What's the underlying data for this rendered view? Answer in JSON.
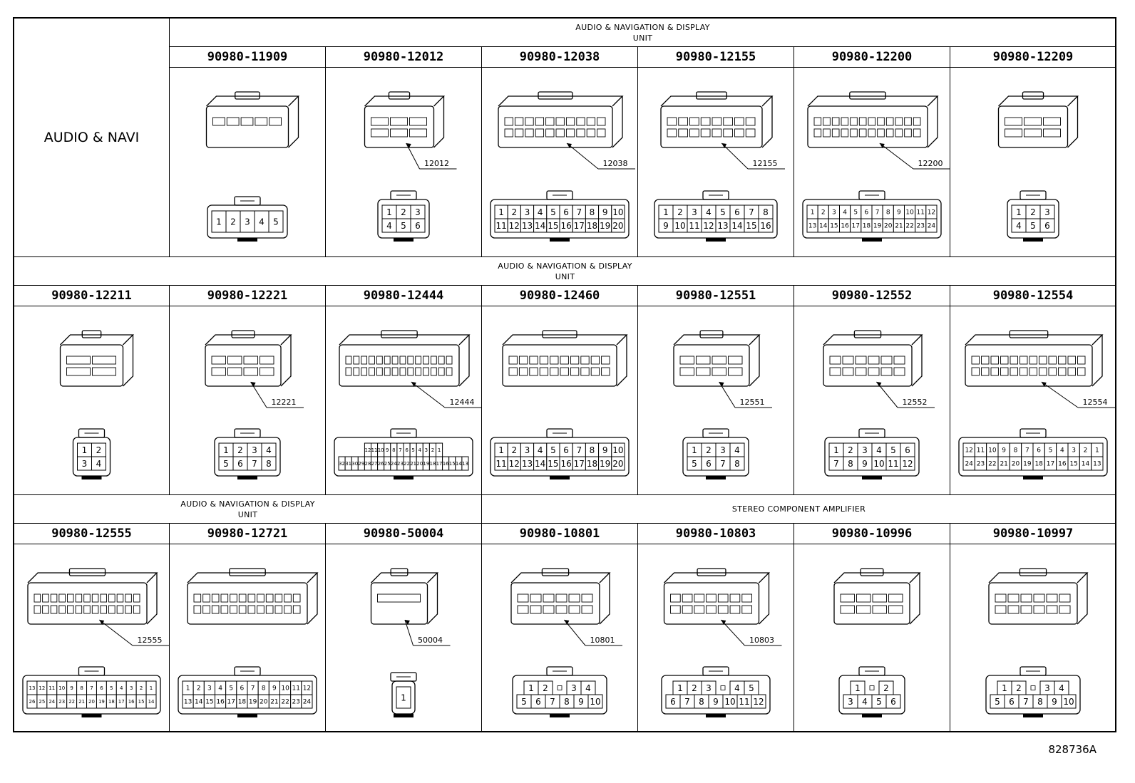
{
  "side_label": "AUDIO & NAVI",
  "reference": "828736A",
  "rows": [
    {
      "groups": [
        {
          "lines": [
            "AUDIO & NAVIGATION & DISPLAY",
            "UNIT"
          ]
        }
      ],
      "connectors": [
        {
          "part": "90980-11909",
          "pins": [
            [
              "1",
              "2",
              "3",
              "4",
              "5"
            ]
          ]
        },
        {
          "part": "90980-12012",
          "tag": "12012",
          "pins": [
            [
              "1",
              "2",
              "3"
            ],
            [
              "4",
              "5",
              "6"
            ]
          ]
        },
        {
          "part": "90980-12038",
          "tag": "12038",
          "pins": [
            [
              "1",
              "2",
              "3",
              "4",
              "5",
              "6",
              "7",
              "8",
              "9",
              "10"
            ],
            [
              "11",
              "12",
              "13",
              "14",
              "15",
              "16",
              "17",
              "18",
              "19",
              "20"
            ]
          ]
        },
        {
          "part": "90980-12155",
          "tag": "12155",
          "pins": [
            [
              "1",
              "2",
              "3",
              "4",
              "5",
              "6",
              "7",
              "8"
            ],
            [
              "9",
              "10",
              "11",
              "12",
              "13",
              "14",
              "15",
              "16"
            ]
          ]
        },
        {
          "part": "90980-12200",
          "tag": "12200",
          "pins": [
            [
              "1",
              "2",
              "3",
              "4",
              "5",
              "6",
              "7",
              "8",
              "9",
              "10",
              "11",
              "12"
            ],
            [
              "13",
              "14",
              "15",
              "16",
              "17",
              "18",
              "19",
              "20",
              "21",
              "22",
              "23",
              "24"
            ]
          ]
        },
        {
          "part": "90980-12209",
          "pins": [
            [
              "1",
              "2",
              "3"
            ],
            [
              "4",
              "5",
              "6"
            ]
          ]
        }
      ]
    },
    {
      "groups": [
        {
          "lines": [
            "AUDIO & NAVIGATION & DISPLAY",
            "UNIT"
          ]
        }
      ],
      "connectors": [
        {
          "part": "90980-12211",
          "pins": [
            [
              "1",
              "2"
            ],
            [
              "3",
              "4"
            ]
          ]
        },
        {
          "part": "90980-12221",
          "tag": "12221",
          "pins": [
            [
              "1",
              "2",
              "3",
              "4"
            ],
            [
              "5",
              "6",
              "7",
              "8"
            ]
          ]
        },
        {
          "part": "90980-12444",
          "tag": "12444",
          "pins": [
            [
              "12",
              "11",
              "10",
              "9",
              "8",
              "7",
              "6",
              "5",
              "4",
              "3",
              "2",
              "1"
            ],
            [
              "32",
              "31",
              "30",
              "29",
              "28",
              "27",
              "26",
              "25",
              "24",
              "23",
              "22",
              "21",
              "20",
              "19",
              "18",
              "17",
              "16",
              "15",
              "14",
              "13"
            ]
          ]
        },
        {
          "part": "90980-12460",
          "pins": [
            [
              "1",
              "2",
              "3",
              "4",
              "5",
              "6",
              "7",
              "8",
              "9",
              "10"
            ],
            [
              "11",
              "12",
              "13",
              "14",
              "15",
              "16",
              "17",
              "18",
              "19",
              "20"
            ]
          ]
        },
        {
          "part": "90980-12551",
          "tag": "12551",
          "pins": [
            [
              "1",
              "2",
              "3",
              "4"
            ],
            [
              "5",
              "6",
              "7",
              "8"
            ]
          ]
        },
        {
          "part": "90980-12552",
          "tag": "12552",
          "pins": [
            [
              "1",
              "2",
              "3",
              "4",
              "5",
              "6"
            ],
            [
              "7",
              "8",
              "9",
              "10",
              "11",
              "12"
            ]
          ]
        },
        {
          "part": "90980-12554",
          "tag": "12554",
          "pins": [
            [
              "12",
              "11",
              "10",
              "9",
              "8",
              "7",
              "6",
              "5",
              "4",
              "3",
              "2",
              "1"
            ],
            [
              "24",
              "23",
              "22",
              "21",
              "20",
              "19",
              "18",
              "17",
              "16",
              "15",
              "14",
              "13"
            ]
          ]
        }
      ]
    },
    {
      "groups": [
        {
          "lines": [
            "AUDIO & NAVIGATION & DISPLAY",
            "UNIT"
          ]
        },
        {
          "lines": [
            "STEREO COMPONENT AMPLIFIER"
          ]
        }
      ],
      "connectors": [
        {
          "part": "90980-12555",
          "tag": "12555",
          "pins": [
            [
              "13",
              "12",
              "11",
              "10",
              "9",
              "8",
              "7",
              "6",
              "5",
              "4",
              "3",
              "2",
              "1"
            ],
            [
              "26",
              "25",
              "24",
              "23",
              "22",
              "21",
              "20",
              "19",
              "18",
              "17",
              "16",
              "15",
              "14"
            ]
          ]
        },
        {
          "part": "90980-12721",
          "pins": [
            [
              "1",
              "2",
              "3",
              "4",
              "5",
              "6",
              "7",
              "8",
              "9",
              "10",
              "11",
              "12"
            ],
            [
              "13",
              "14",
              "15",
              "16",
              "17",
              "18",
              "19",
              "20",
              "21",
              "22",
              "23",
              "24"
            ]
          ]
        },
        {
          "part": "90980-50004",
          "tag": "50004",
          "pins": [
            [
              "1"
            ]
          ]
        },
        {
          "part": "90980-10801",
          "tag": "10801",
          "pins": [
            [
              "1",
              "2",
              "",
              "3",
              "4"
            ],
            [
              "5",
              "6",
              "7",
              "8",
              "9",
              "10"
            ]
          ]
        },
        {
          "part": "90980-10803",
          "tag": "10803",
          "pins": [
            [
              "1",
              "2",
              "3",
              "",
              "4",
              "5"
            ],
            [
              "6",
              "7",
              "8",
              "9",
              "10",
              "11",
              "12"
            ]
          ]
        },
        {
          "part": "90980-10996",
          "pins": [
            [
              "1",
              "",
              "2"
            ],
            [
              "3",
              "4",
              "5",
              "6"
            ]
          ]
        },
        {
          "part": "90980-10997",
          "pins": [
            [
              "1",
              "2",
              "",
              "3",
              "4"
            ],
            [
              "5",
              "6",
              "7",
              "8",
              "9",
              "10"
            ]
          ]
        }
      ]
    }
  ]
}
